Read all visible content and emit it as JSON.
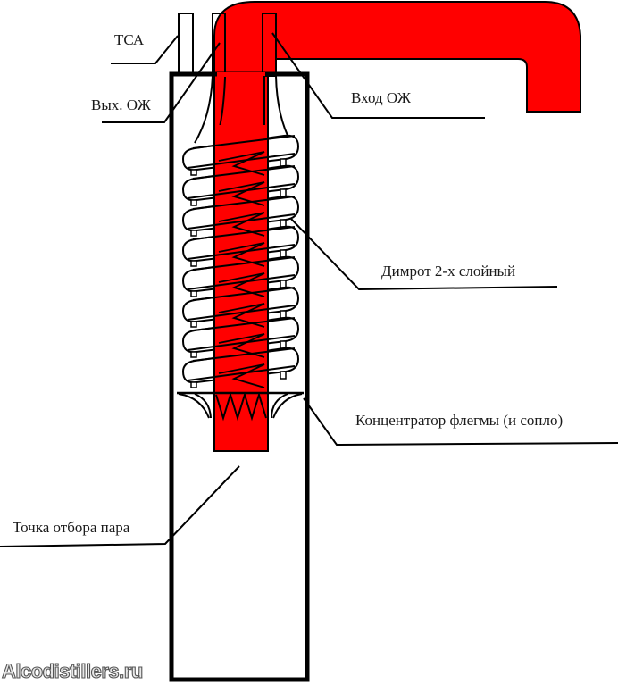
{
  "labels": {
    "tsa": "ТСА",
    "coolant_out": "Вых. ОЖ",
    "coolant_in": "Вход ОЖ",
    "dimroth": "Димрот 2-х слойный",
    "phlegm_concentrator": "Концентратор флегмы (и сопло)",
    "vapor_takeoff": "Точка отбора пара"
  },
  "watermark": "Alcodistillers.ru",
  "colors": {
    "vapor_pipe": "#ff0000",
    "outline": "#000000",
    "background": "#ffffff"
  }
}
